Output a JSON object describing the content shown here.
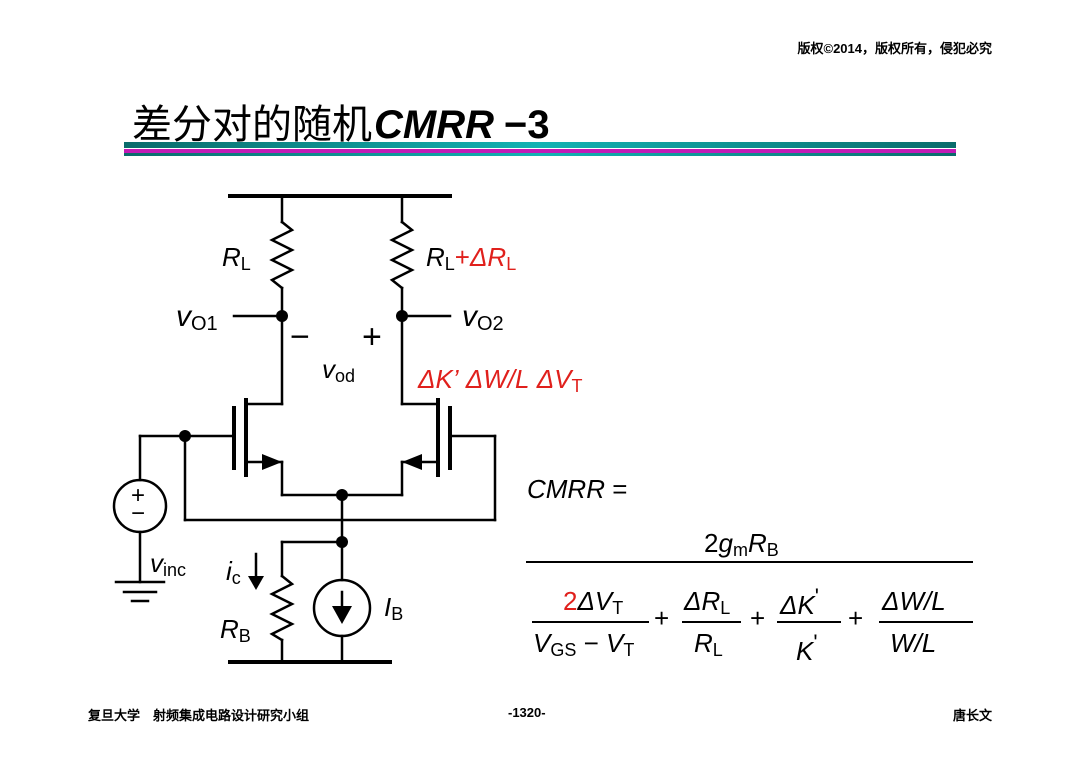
{
  "header": {
    "copyright": "版权©2014，版权所有，侵犯必究"
  },
  "title": {
    "chinese": "差分对的随机",
    "emphasis": "CMRR",
    "suffix": "−3"
  },
  "circuit": {
    "rl_left": {
      "main": "R",
      "sub": "L"
    },
    "rl_right": {
      "main": "R",
      "sub": "L",
      "plus": "+",
      "delta": "ΔR",
      "delta_sub": "L"
    },
    "vo1": {
      "main": "v",
      "sub": "O1"
    },
    "vo2": {
      "main": "v",
      "sub": "O2"
    },
    "minus_sign": "−",
    "plus_sign": "+",
    "vod": {
      "main": "v",
      "sub": "od"
    },
    "mismatch": {
      "k": "ΔK’",
      "wl": "ΔW/L",
      "vt": "ΔV",
      "vt_sub": "T"
    },
    "source_plus": "+",
    "source_minus": "−",
    "vinc": {
      "main": "v",
      "sub": "inc"
    },
    "ic": {
      "main": "i",
      "sub": "c"
    },
    "rb": {
      "main": "R",
      "sub": "B"
    },
    "ib": {
      "main": "I",
      "sub": "B"
    }
  },
  "formula": {
    "lhs": "CMRR",
    "equals": "=",
    "numerator": {
      "coef": "2",
      "g": "g",
      "g_sub": "m",
      "r": "R",
      "r_sub": "B"
    },
    "term1": {
      "coef": "2",
      "delta": "ΔV",
      "delta_sub": "T",
      "den_v1": "V",
      "den_v1_sub": "GS",
      "den_minus": "−",
      "den_v2": "V",
      "den_v2_sub": "T"
    },
    "term2": {
      "num": "ΔR",
      "num_sub": "L",
      "den": "R",
      "den_sub": "L"
    },
    "term3": {
      "num": "ΔK",
      "num_prime": "'",
      "den": "K",
      "den_prime": "'"
    },
    "term4": {
      "num": "ΔW/L",
      "den": "W/L"
    },
    "plus": "+"
  },
  "footer": {
    "left": "复旦大学　射频集成电路设计研究小组",
    "center": "-1320-",
    "right": "唐长文"
  }
}
